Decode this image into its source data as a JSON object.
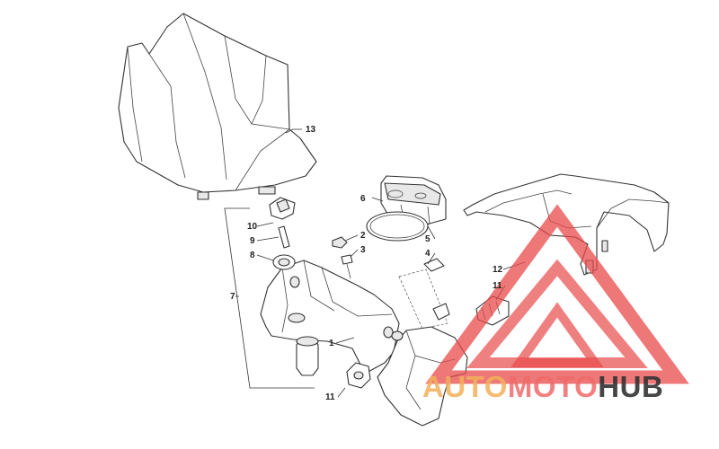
{
  "diagram": {
    "callouts": [
      "1",
      "2",
      "3",
      "4",
      "5",
      "6",
      "7",
      "8",
      "9",
      "10",
      "11",
      "11",
      "12",
      "13"
    ],
    "colors": {
      "line": "#333333",
      "triangle": "#e84a4a",
      "auto": "#f2b15a",
      "moto": "#f06b6b",
      "hub": "#333333"
    }
  },
  "watermark": {
    "auto": "AUTO",
    "moto": "MOTO",
    "hub": "HUB"
  }
}
